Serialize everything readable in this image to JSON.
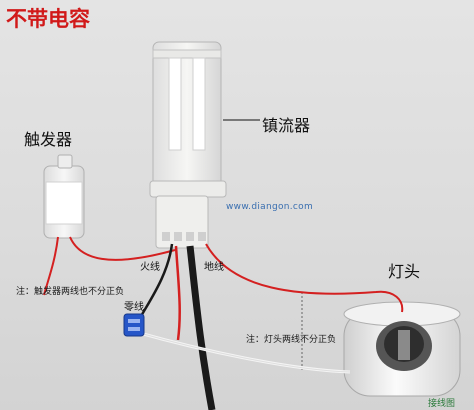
{
  "title": "不带电容",
  "labels": {
    "ballast": "镇流器",
    "igniter": "触发器",
    "lamp_holder": "灯头",
    "live_wire": "火线",
    "ground_wire": "地线",
    "neutral_wire": "零线"
  },
  "notes": {
    "igniter_note": "注：触发器两线也不分正负",
    "lamp_note": "注：灯头两线不分正负"
  },
  "watermark": "www.diangon.com",
  "corner_mark": "接线图",
  "colors": {
    "title_red": "#d11919",
    "wire_red": "#d42020",
    "wire_black": "#1a1a1a",
    "wire_white": "#f4f4f4",
    "wire_blue": "#2656c8",
    "device_body": "#f1f1ef"
  }
}
